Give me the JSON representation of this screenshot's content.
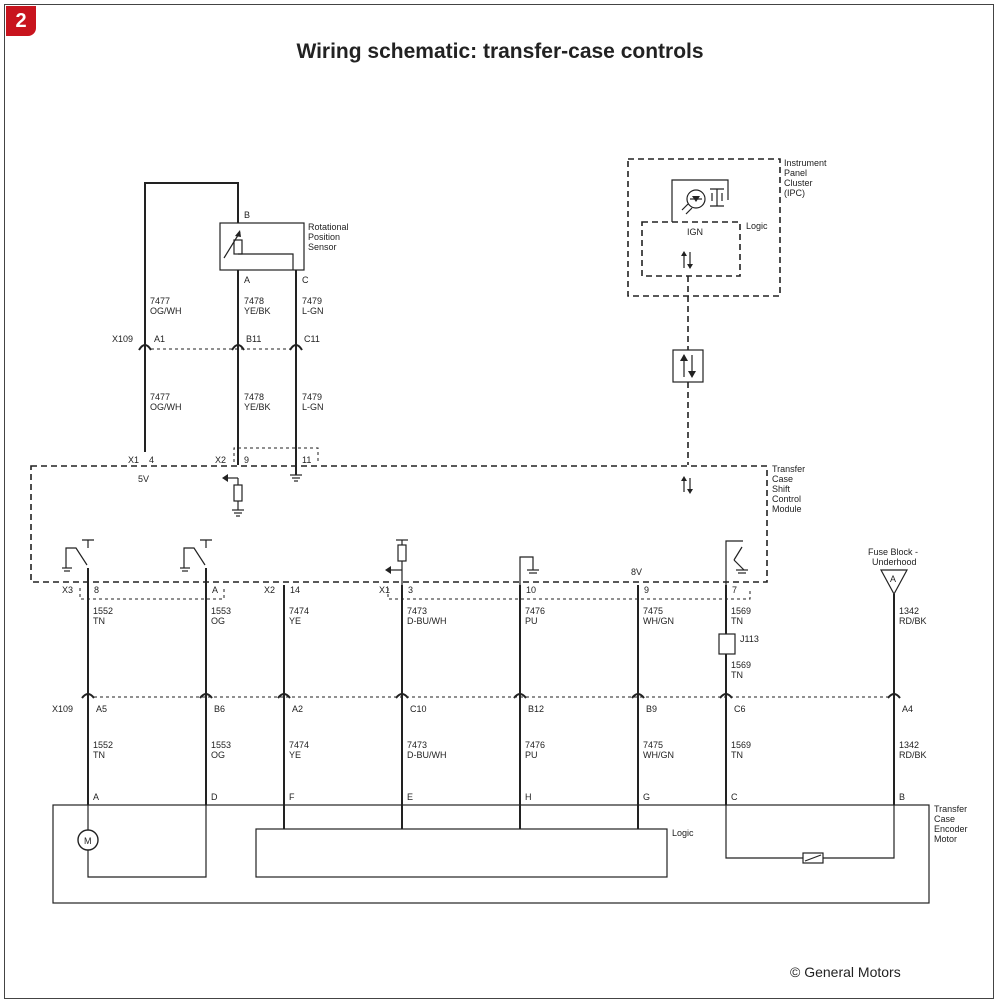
{
  "badge": "2",
  "title": "Wiring schematic: transfer-case controls",
  "credit": "© General Motors",
  "components": {
    "rotational_sensor": [
      "Rotational",
      "Position",
      "Sensor"
    ],
    "ipc": [
      "Instrument",
      "Panel",
      "Cluster",
      "(IPC)"
    ],
    "ipc_logic": "Logic",
    "ipc_ign": "IGN",
    "tccm": [
      "Transfer",
      "Case",
      "Shift",
      "Control",
      "Module"
    ],
    "fuse_block": [
      "Fuse Block -",
      "Underhood"
    ],
    "fuse_letter": "A",
    "encoder_motor": [
      "Transfer",
      "Case",
      "Encoder",
      "Motor"
    ],
    "encoder_logic": "Logic",
    "motor_letter": "M",
    "splice": "J113"
  },
  "sensor_pins": [
    "B",
    "A",
    "C"
  ],
  "connectors": {
    "x109": "X109",
    "x1": "X1",
    "x2": "X2",
    "x3": "X3",
    "x2b": "X2",
    "x1b": "X1",
    "x109b": "X109"
  },
  "upper_wires": [
    {
      "circuit": "7477",
      "color": "OG/WH",
      "pin": "A1",
      "mod_pin": "4"
    },
    {
      "circuit": "7478",
      "color": "YE/BK",
      "pin": "B11",
      "mod_pin": "9"
    },
    {
      "circuit": "7479",
      "color": "L-GN",
      "pin": "C11",
      "mod_pin": "11"
    }
  ],
  "voltage_5v": "5V",
  "voltage_8v": "8V",
  "lower_wires": [
    {
      "mod_pin": "8",
      "circuit": "1552",
      "color": "TN",
      "x109_pin": "A5",
      "enc_pin": "A"
    },
    {
      "mod_pin": "A",
      "circuit": "1553",
      "color": "OG",
      "x109_pin": "B6",
      "enc_pin": "D"
    },
    {
      "mod_pin": "14",
      "circuit": "7474",
      "color": "YE",
      "x109_pin": "A2",
      "enc_pin": "F"
    },
    {
      "mod_pin": "3",
      "circuit": "7473",
      "color": "D-BU/WH",
      "x109_pin": "C10",
      "enc_pin": "E"
    },
    {
      "mod_pin": "10",
      "circuit": "7476",
      "color": "PU",
      "x109_pin": "B12",
      "enc_pin": "H"
    },
    {
      "mod_pin": "9",
      "circuit": "7475",
      "color": "WH/GN",
      "x109_pin": "B9",
      "enc_pin": "G"
    },
    {
      "mod_pin": "7",
      "circuit": "1569",
      "color": "TN",
      "x109_pin": "C6",
      "enc_pin": "C"
    },
    {
      "mod_pin": "",
      "circuit": "1342",
      "color": "RD/BK",
      "x109_pin": "A4",
      "enc_pin": "B"
    }
  ]
}
